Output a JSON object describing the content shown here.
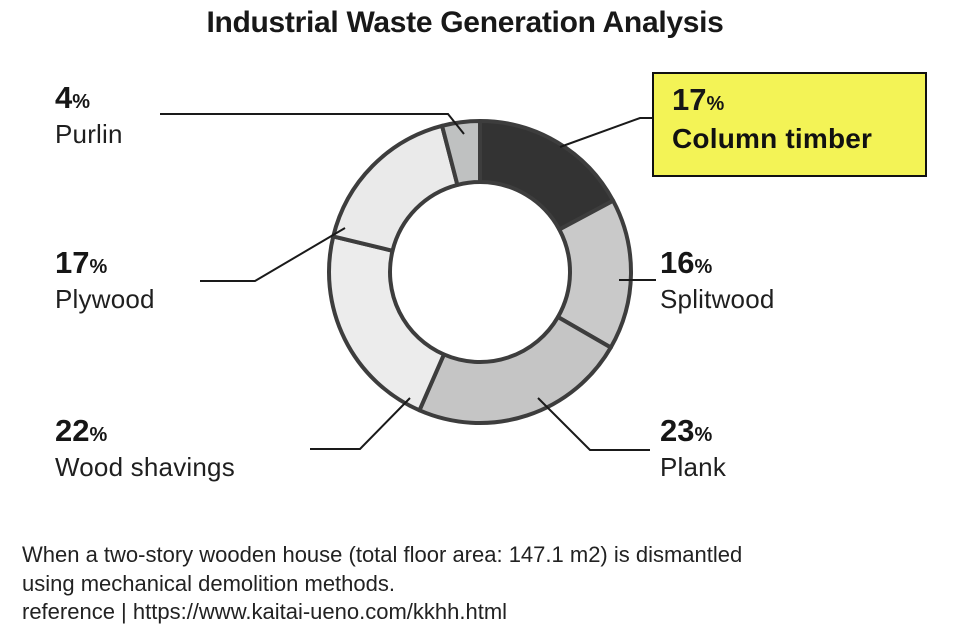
{
  "title": "Industrial Waste Generation Analysis",
  "chart_data": {
    "type": "pie",
    "subtype": "donut",
    "title": "Industrial Waste Generation Analysis",
    "unit": "%",
    "start_angle": "12 o'clock, clockwise",
    "stroke_color": "#3d3d3d",
    "leader_line_color": "#1a1a1a",
    "slices": [
      {
        "label": "Column timber",
        "value": 17,
        "color": "#333333",
        "highlighted": true
      },
      {
        "label": "Splitwood",
        "value": 16,
        "color": "#c9c9c9",
        "highlighted": false
      },
      {
        "label": "Plank",
        "value": 23,
        "color": "#c5c5c5",
        "highlighted": false
      },
      {
        "label": "Wood shavings",
        "value": 22,
        "color": "#ececec",
        "highlighted": false
      },
      {
        "label": "Plywood",
        "value": 17,
        "color": "#eaeaea",
        "highlighted": false
      },
      {
        "label": "Purlin",
        "value": 4,
        "color": "#bfc1c1",
        "highlighted": false
      }
    ]
  },
  "callout": {
    "value": 17,
    "unit": "%",
    "label": "Column timber",
    "bg_color": "#f3f356",
    "border_color": "#111111"
  },
  "footer": {
    "line1": "When a two-story wooden house (total floor area: 147.1 m2) is dismantled",
    "line2": "using mechanical demolition methods.",
    "line3": "reference | https://www.kaitai-ueno.com/kkhh.html"
  }
}
